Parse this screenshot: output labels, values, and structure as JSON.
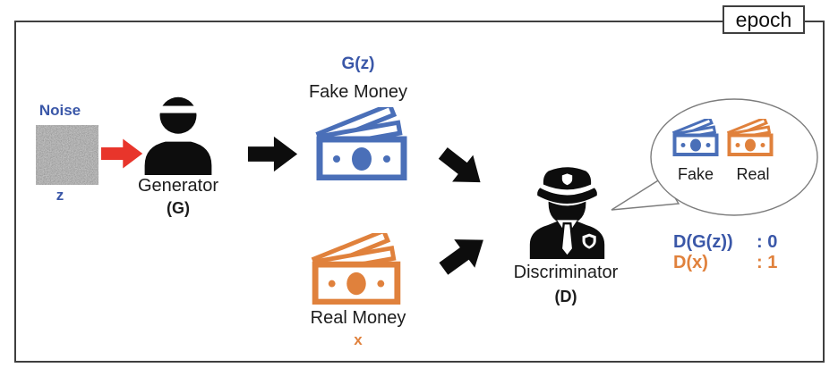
{
  "epoch_label": "epoch",
  "colors": {
    "blue": "#3a57a8",
    "money-blue": "#4a6fb8",
    "orange": "#e0813c",
    "red": "#e8352b",
    "ink": "#1c1c1c",
    "border": "#3f3f3f",
    "bubble-stroke": "#7c7c7c"
  },
  "noise": {
    "title": "Noise",
    "symbol": "z"
  },
  "generator": {
    "name": "Generator",
    "symbol": "(G)"
  },
  "fake_money": {
    "formula": "G(z)",
    "title": "Fake Money"
  },
  "real_money": {
    "title": "Real Money",
    "symbol": "x"
  },
  "discriminator": {
    "name": "Discriminator",
    "symbol": "(D)"
  },
  "bubble": {
    "fake_label": "Fake",
    "real_label": "Real"
  },
  "outputs": [
    {
      "expr": "D(G(z))",
      "value": ": 0"
    },
    {
      "expr": "D(x)",
      "value": ": 1"
    }
  ]
}
